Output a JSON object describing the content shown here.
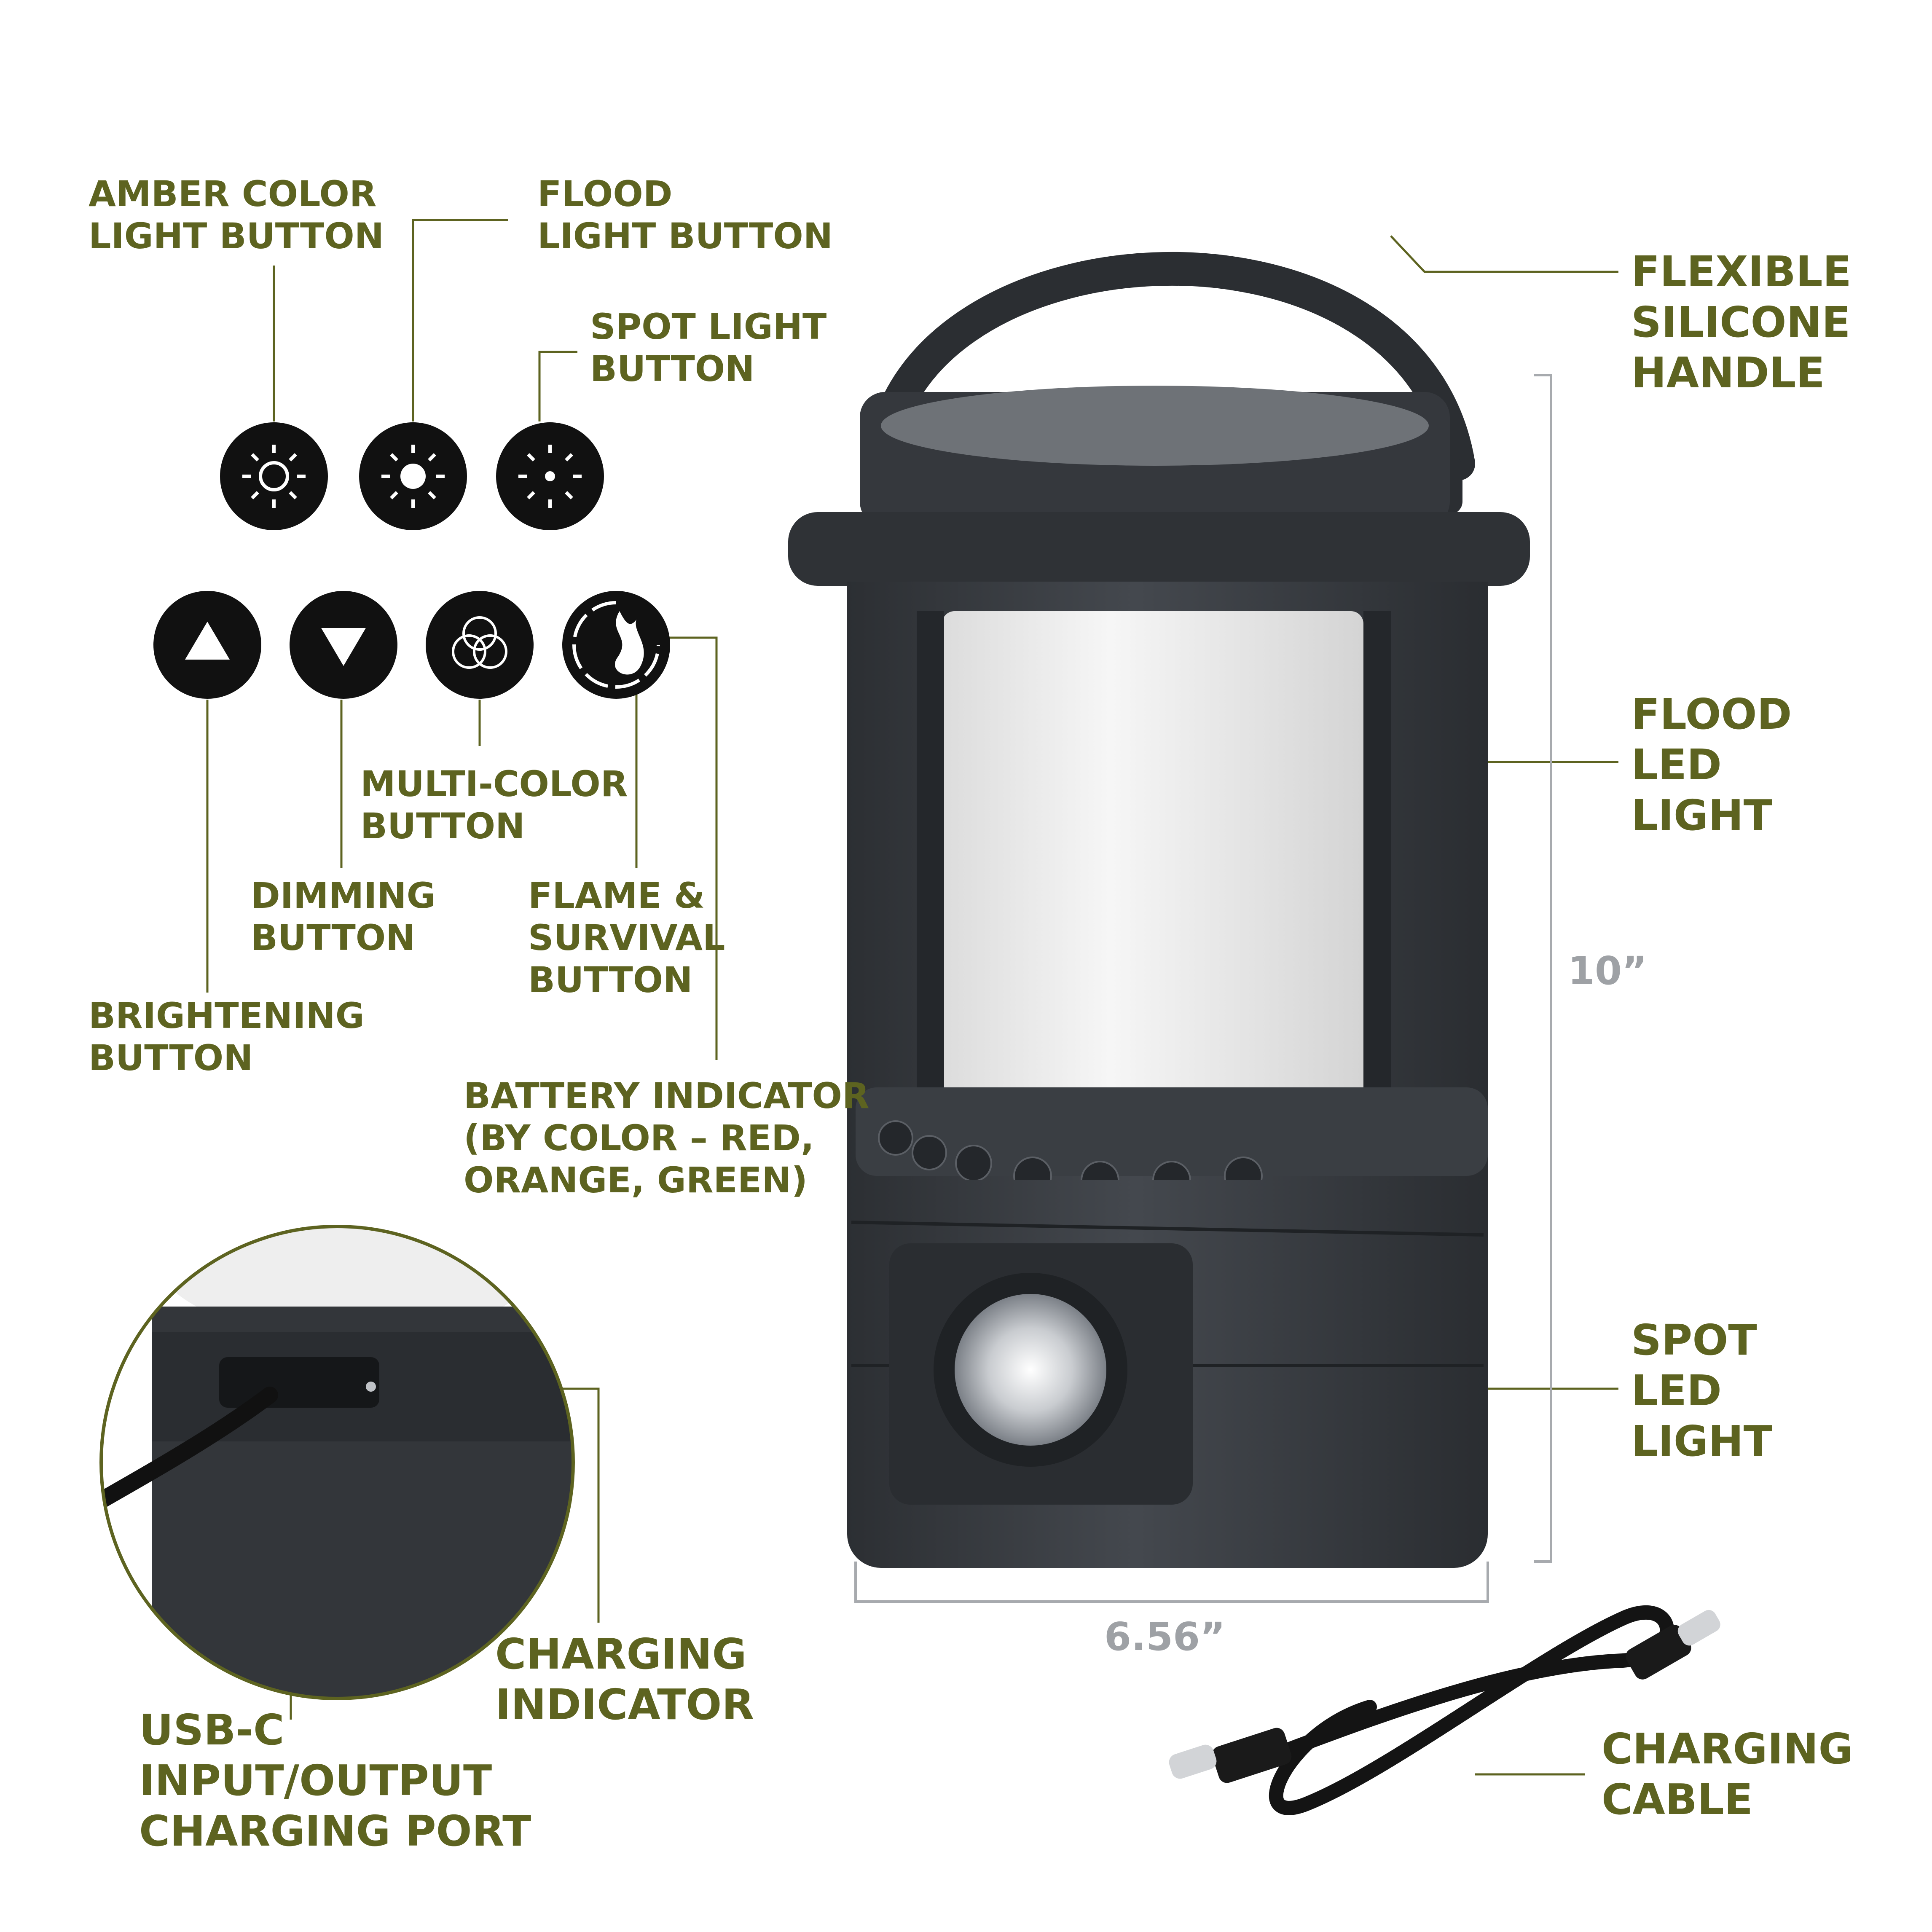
{
  "labels": {
    "amber": "AMBER COLOR\nLIGHT BUTTON",
    "flood_button": "FLOOD\nLIGHT BUTTON",
    "spot_button": "SPOT LIGHT\nBUTTON",
    "multi_color": "MULTI-COLOR\nBUTTON",
    "dimming": "DIMMING\nBUTTON",
    "flame": "FLAME &\nSURVIVAL\nBUTTON",
    "brightening": "BRIGHTENING\nBUTTON",
    "battery": "BATTERY INDICATOR\n(BY COLOR – RED,\nORANGE, GREEN)",
    "handle": "FLEXIBLE\nSILICONE\nHANDLE",
    "flood_led": "FLOOD\nLED\nLIGHT",
    "spot_led": "SPOT\nLED\nLIGHT",
    "charging_indicator": "CHARGING\nINDICATOR",
    "usb_c": "USB-C\nINPUT/OUTPUT\nCHARGING PORT",
    "charging_cable": "CHARGING\nCABLE"
  },
  "dimensions": {
    "height": "10”",
    "width": "6.56”"
  },
  "icons": [
    "amber-sun-icon",
    "flood-sun-icon",
    "spot-sun-icon",
    "triangle-up-icon",
    "triangle-down-icon",
    "multi-color-circles-icon",
    "flame-icon"
  ],
  "colors": {
    "label_olive": "#5d6320",
    "dimension_gray": "#9ea1a5",
    "lantern_body": "#3a3d42",
    "diffuser": "#eeeeee"
  }
}
